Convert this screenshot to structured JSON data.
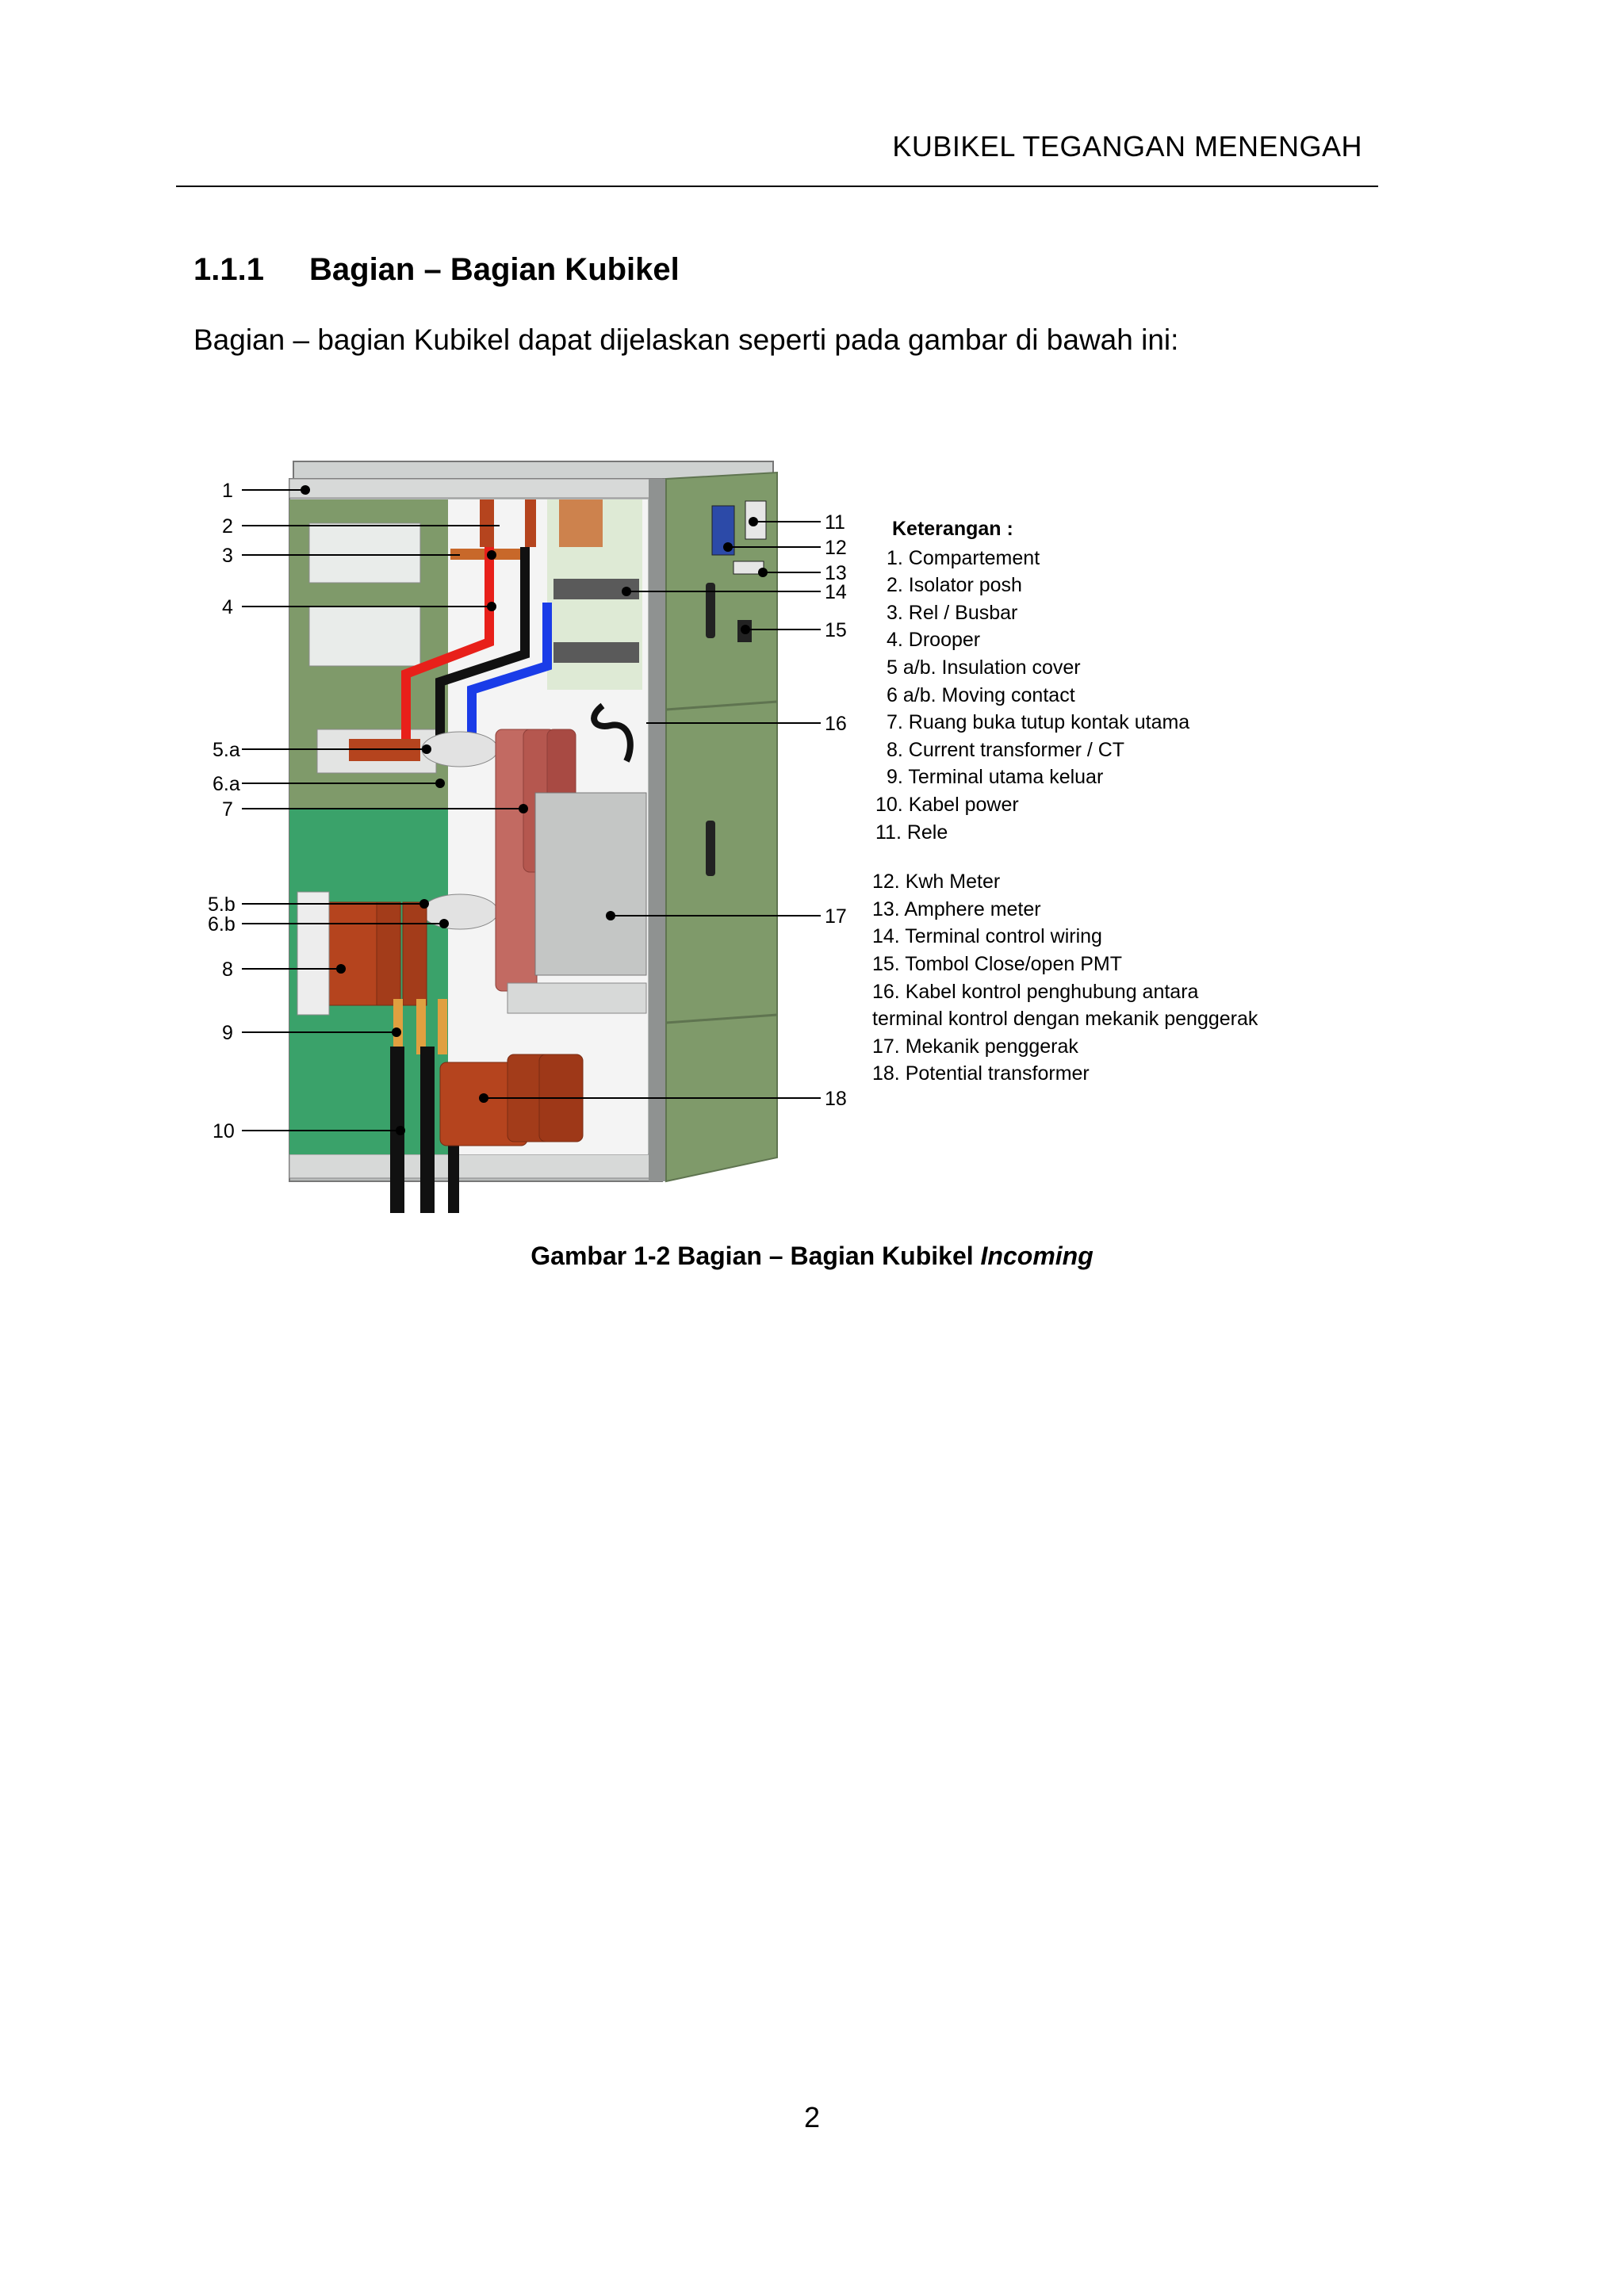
{
  "header": {
    "running_title": "KUBIKEL TEGANGAN MENENGAH"
  },
  "section": {
    "number": "1.1.1",
    "title": "Bagian – Bagian Kubikel"
  },
  "intro": "Bagian – bagian Kubikel dapat dijelaskan seperti pada gambar di bawah ini:",
  "figure": {
    "callouts_left": [
      "1",
      "2",
      "3",
      "4",
      "5.a",
      "6.a",
      "7",
      "5.b",
      "6.b",
      "8",
      "9",
      "10"
    ],
    "callouts_right": [
      "11",
      "12",
      "13",
      "14",
      "15",
      "16",
      "17",
      "18"
    ],
    "legend_title": "Keterangan :",
    "legend": [
      "1. Compartement",
      "2. Isolator posh",
      "3. Rel / Busbar",
      "4. Drooper",
      "5  a/b. Insulation cover",
      "6  a/b. Moving contact",
      "7. Ruang buka tutup kontak utama",
      "8. Current transformer / CT",
      "9. Terminal utama keluar",
      "10. Kabel power",
      "11. Rele",
      "12. Kwh Meter",
      "13. Amphere meter",
      "14. Terminal control wiring",
      "15. Tombol Close/open PMT",
      "16. Kabel kontrol penghubung antara",
      "terminal kontrol dengan mekanik penggerak",
      "17. Mekanik penggerak",
      "18. Potential transformer"
    ],
    "caption_main": "Gambar 1-2 Bagian – Bagian Kubikel ",
    "caption_em": "Incoming"
  },
  "page_number": "2",
  "colors": {
    "cabinet_green": "#7f9a6a",
    "inner_green": "#3aa26a",
    "busbar_orange": "#c8682a",
    "ct_brown": "#b5441e",
    "cable_red": "#e8201a",
    "cable_blue": "#1a3ce8",
    "frame_grey": "#a9acab"
  }
}
